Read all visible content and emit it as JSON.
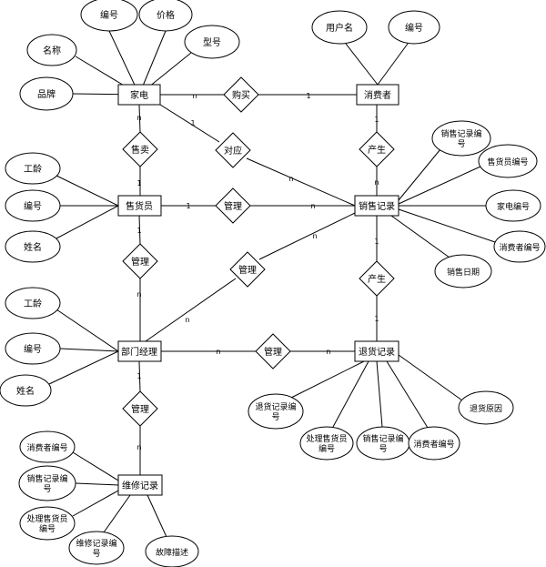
{
  "entities": {
    "appliance": "家电",
    "consumer": "消费者",
    "salesperson": "售货员",
    "sales_record": "销售记录",
    "manager": "部门经理",
    "return_record": "退货记录",
    "repair_record": "维修记录"
  },
  "relationships": {
    "buy": "购买",
    "sell": "售卖",
    "correspond": "对应",
    "produce1": "产生",
    "manage1": "管理",
    "manage2": "管理",
    "manage3": "管理",
    "produce2": "产生",
    "manage4": "管理",
    "manage5": "管理"
  },
  "attributes": {
    "app_id": "编号",
    "app_price": "价格",
    "app_name": "名称",
    "app_model": "型号",
    "app_brand": "品牌",
    "con_username": "用户名",
    "con_id": "编号",
    "sp_years": "工龄",
    "sp_id": "编号",
    "sp_name": "姓名",
    "sr_id": [
      "销售记录编",
      "号"
    ],
    "sr_sp_id": "售货员编号",
    "sr_app_id": "家电编号",
    "sr_con_id": "消费者编号",
    "sr_date": "销售日期",
    "mg_years": "工龄",
    "mg_id": "编号",
    "mg_name": "姓名",
    "rr_id": [
      "退货记录编",
      "号"
    ],
    "rr_handler": [
      "处理售货员",
      "编号"
    ],
    "rr_sr_id": [
      "销售记录编",
      "号"
    ],
    "rr_con_id": "消费者编号",
    "rr_reason": "退货原因",
    "rp_con_id": "消费者编号",
    "rp_sr_id": [
      "销售记录编",
      "号"
    ],
    "rp_handler": [
      "处理售货员",
      "编号"
    ],
    "rp_id": [
      "维修记录编",
      "号"
    ],
    "rp_desc": "故障描述"
  },
  "cardinalities": {
    "appliance_buy": "n",
    "buy_consumer": "1",
    "appliance_sell": "n",
    "sell_salesperson": "1",
    "appliance_correspond": "1",
    "correspond_sales": "n",
    "consumer_produce": "1",
    "produce_sales": "n",
    "salesperson_manage": "1",
    "manage_sales": "n",
    "salesperson_manage2": "1",
    "manage2_manager": "n",
    "manager_manage3": "n",
    "manage3_sales": "n",
    "sales_produce2": "1",
    "produce2_return": "1",
    "manager_manage4": "n",
    "manage4_return": "n",
    "manager_manage5": "1",
    "manage5_repair": "n"
  }
}
